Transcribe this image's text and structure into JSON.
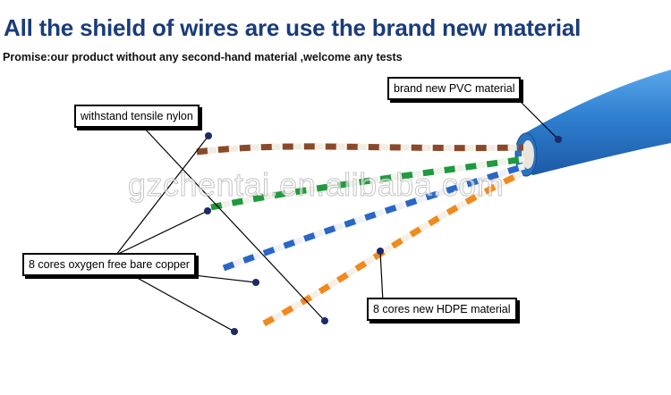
{
  "header": {
    "title": "All the shield of wires are use the brand new material",
    "subtitle": "Promise:our product without any second-hand material ,welcome any tests"
  },
  "labels": {
    "pvc_jacket": "brand new PVC material",
    "nylon": "withstand tensile nylon",
    "copper": "8 cores oxygen free bare copper",
    "hdpe": "8 cores new HDPE material"
  },
  "watermark": "gzchentai.en.alibaba.com",
  "colors": {
    "title": "#1a3c7a",
    "jacket": "#2f7fd0",
    "brown": "#8a4a2a",
    "green": "#1f9a3c",
    "blue": "#2a67c4",
    "orange": "#f08a1e",
    "pointer_dot": "#1c2a66"
  }
}
